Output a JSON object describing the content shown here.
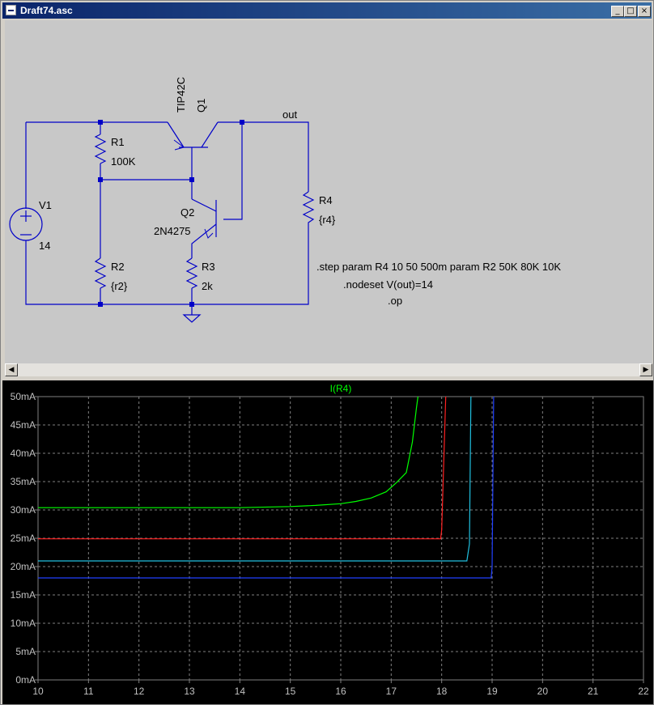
{
  "window": {
    "title": "Draft74.asc",
    "buttons": {
      "minimize": "_",
      "maximize": "□",
      "close": "×"
    },
    "scroll_left": "◀",
    "scroll_right": "▶"
  },
  "schematic": {
    "components": {
      "q1_model": "TIP42C",
      "q1_name": "Q1",
      "q2_name": "Q2",
      "q2_model": "2N4275",
      "r1_name": "R1",
      "r1_value": "100K",
      "r2_name": "R2",
      "r2_value": "{r2}",
      "r3_name": "R3",
      "r3_value": "2k",
      "r4_name": "R4",
      "r4_value": "{r4}",
      "v1_name": "V1",
      "v1_value": "14"
    },
    "net_out": "out",
    "directives": {
      "step": ".step param R4 10 50 500m param R2 50K 80K 10K",
      "nodeset": ".nodeset V(out)=14",
      "op": ".op"
    }
  },
  "waveform": {
    "colors": {
      "background": "#000000",
      "grid": "#808080",
      "axis_text": "#c0c0c0"
    },
    "chart_data": {
      "type": "line",
      "title": "I(R4)",
      "title_color": "#00ff00",
      "xlim": [
        10,
        22
      ],
      "ylim": [
        0,
        50
      ],
      "x_ticks": [
        "10",
        "11",
        "12",
        "13",
        "14",
        "15",
        "16",
        "17",
        "18",
        "19",
        "20",
        "21",
        "22"
      ],
      "y_ticks": [
        "0mA",
        "5mA",
        "10mA",
        "15mA",
        "20mA",
        "25mA",
        "30mA",
        "35mA",
        "40mA",
        "45mA",
        "50mA"
      ],
      "grid": true,
      "series": [
        {
          "color": "#00ff00",
          "x": [
            10,
            14,
            15,
            15.5,
            16,
            16.3,
            16.6,
            16.9,
            17.1,
            17.3,
            17.42,
            17.5,
            17.53
          ],
          "y": [
            30.4,
            30.4,
            30.6,
            30.8,
            31.1,
            31.5,
            32.1,
            33.2,
            34.8,
            36.6,
            42,
            48,
            50
          ]
        },
        {
          "color": "#ff2020",
          "x": [
            10,
            17.98,
            18.0,
            18.08
          ],
          "y": [
            24.9,
            24.9,
            26.5,
            50
          ]
        },
        {
          "color": "#20c0e0",
          "x": [
            10,
            18.5,
            18.55,
            18.58
          ],
          "y": [
            21.0,
            21.0,
            24,
            50
          ]
        },
        {
          "color": "#2040ff",
          "x": [
            10,
            18.98,
            19.0,
            19.03
          ],
          "y": [
            18.0,
            18.0,
            20,
            50
          ]
        }
      ]
    }
  }
}
